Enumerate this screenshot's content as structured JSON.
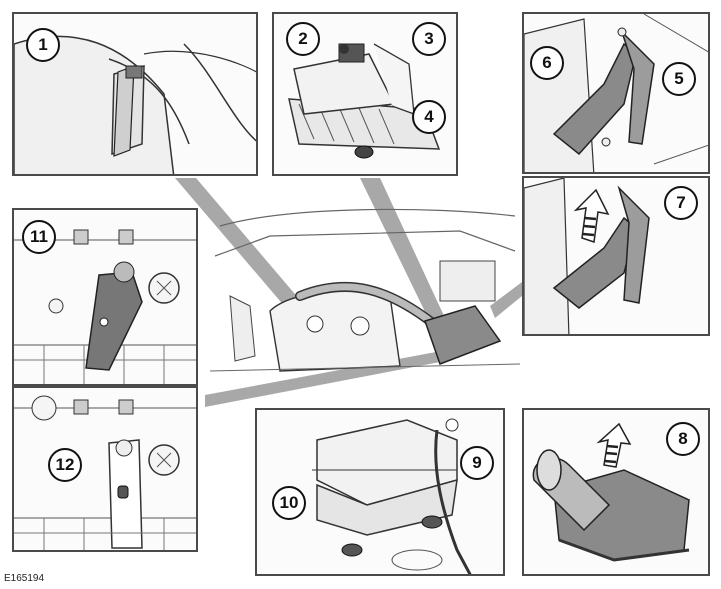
{
  "figure": {
    "reference": "E165194",
    "callouts": [
      "1",
      "2",
      "3",
      "4",
      "5",
      "6",
      "7",
      "8",
      "9",
      "10",
      "11",
      "12"
    ]
  },
  "colors": {
    "line": "#333333",
    "panel_bg": "#fbfbfb",
    "part_grey": "#8a8a8a",
    "leader_grey": "#a8a8a8"
  },
  "icons": [
    "hose-clamp-icon",
    "air-box-icon",
    "bracket-icon",
    "arrow-up-icon",
    "wrench-icon",
    "engine-bay-icon"
  ]
}
